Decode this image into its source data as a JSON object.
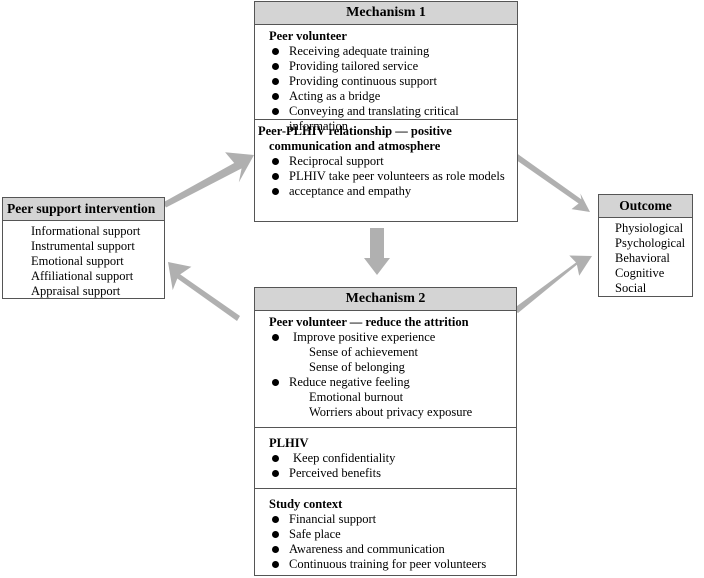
{
  "peer_support": {
    "title": "Peer support intervention",
    "items": [
      "Informational support",
      "Instrumental support",
      "Emotional support",
      "Affiliational support",
      "Appraisal support"
    ]
  },
  "mechanism1": {
    "title": "Mechanism 1",
    "section1": {
      "title": "Peer volunteer",
      "items": [
        "Receiving adequate training",
        "Providing tailored service",
        "Providing continuous support",
        "Acting as a bridge",
        "Conveying and translating critical information"
      ]
    },
    "section2": {
      "title_line1": "Peer-PLHIV relationship — positive",
      "title_line2": "communication and atmosphere",
      "items": [
        "Reciprocal support",
        "PLHIV take peer volunteers as role models",
        "acceptance and empathy"
      ]
    }
  },
  "mechanism2": {
    "title": "Mechanism 2",
    "section1": {
      "title": "Peer volunteer — reduce the attrition",
      "group1": {
        "label": "Improve positive experience",
        "subs": [
          "Sense of achievement",
          "Sense of belonging"
        ]
      },
      "group2": {
        "label": "Reduce negative feeling",
        "subs": [
          "Emotional burnout",
          "Worriers about privacy exposure"
        ]
      }
    },
    "section2": {
      "title": "PLHIV",
      "items": [
        "Keep confidentiality",
        "Perceived benefits"
      ]
    },
    "section3": {
      "title": "Study context",
      "items": [
        "Financial support",
        "Safe place",
        "Awareness and communication",
        "Continuous training for peer volunteers"
      ]
    }
  },
  "outcome": {
    "title": "Outcome",
    "items": [
      "Physiological",
      "Psychological",
      "Behavioral",
      "Cognitive",
      "Social"
    ]
  },
  "colors": {
    "arrow": "#b0b0b0",
    "header_bg": "#d4d4d4",
    "border": "#555555"
  }
}
